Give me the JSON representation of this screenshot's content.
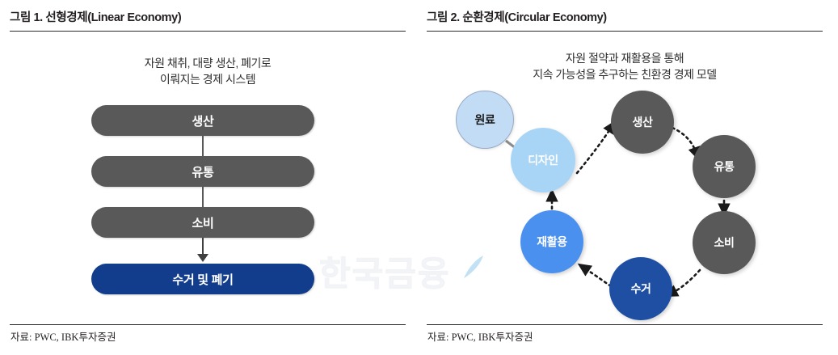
{
  "figures": [
    {
      "title": "그림 1. 선형경제(Linear Economy)",
      "caption_line1": "자원 채취, 대량 생산, 폐기로",
      "caption_line2": "이뤄지는 경제 시스템",
      "source": "자료: PWC, IBK투자증권",
      "diagram": {
        "type": "linear-flow",
        "steps": [
          {
            "label": "생산",
            "color": "#595959"
          },
          {
            "label": "유통",
            "color": "#595959"
          },
          {
            "label": "소비",
            "color": "#595959"
          },
          {
            "label": "수거 및 폐기",
            "color": "#123c8c"
          }
        ]
      }
    },
    {
      "title": "그림 2. 순환경제(Circular Economy)",
      "caption_line1": "자원 절약과 재활용을 통해",
      "caption_line2": "지속 가능성을 추구하는 친환경 경제 모델",
      "source": "자료: PWC, IBK투자증권",
      "diagram": {
        "type": "circular-flow",
        "nodes": [
          {
            "label": "원료",
            "color": "#c3dcf5",
            "text_color": "#1b1b1b"
          },
          {
            "label": "디자인",
            "color": "#a8d4f5",
            "text_color": "#ffffff"
          },
          {
            "label": "생산",
            "color": "#595959",
            "text_color": "#ffffff"
          },
          {
            "label": "유통",
            "color": "#595959",
            "text_color": "#ffffff"
          },
          {
            "label": "소비",
            "color": "#595959",
            "text_color": "#ffffff"
          },
          {
            "label": "수거",
            "color": "#1e4fa3",
            "text_color": "#ffffff"
          },
          {
            "label": "재활용",
            "color": "#4a90ee",
            "text_color": "#ffffff"
          }
        ],
        "edges": [
          {
            "from": "원료",
            "to": "디자인",
            "style": "solid"
          },
          {
            "from": "디자인",
            "to": "생산",
            "style": "dotted"
          },
          {
            "from": "생산",
            "to": "유통",
            "style": "dotted"
          },
          {
            "from": "유통",
            "to": "소비",
            "style": "dotted"
          },
          {
            "from": "소비",
            "to": "수거",
            "style": "dotted"
          },
          {
            "from": "수거",
            "to": "재활용",
            "style": "dotted"
          },
          {
            "from": "재활용",
            "to": "디자인",
            "style": "dotted"
          }
        ]
      }
    }
  ],
  "watermark": {
    "text": "한국금융",
    "color": "#f4f5f7"
  }
}
